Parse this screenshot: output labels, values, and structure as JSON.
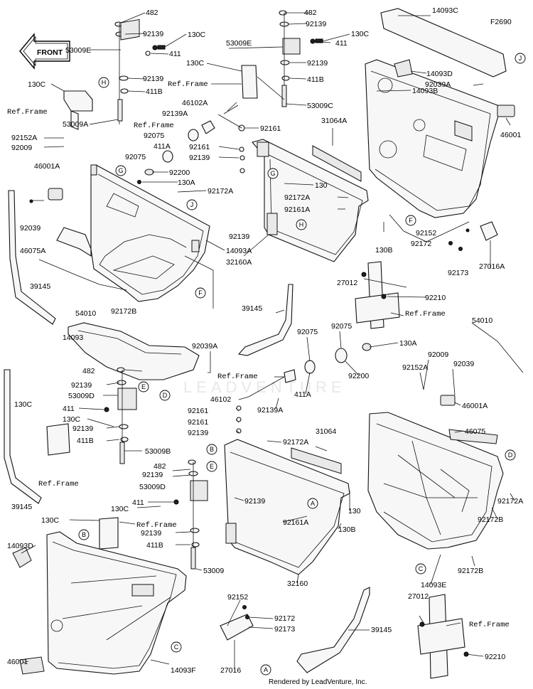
{
  "diagram": {
    "figure_code": "F2690",
    "front_label": "FRONT",
    "credit": "Rendered by LeadVenture, Inc.",
    "watermark": "LEADVENTURE",
    "callouts": [
      {
        "id": "482_a",
        "text": "482"
      },
      {
        "id": "92139_a",
        "text": "92139"
      },
      {
        "id": "130C_a",
        "text": "130C"
      },
      {
        "id": "53009E_a",
        "text": "53009E"
      },
      {
        "id": "411_a",
        "text": "411"
      },
      {
        "id": "92139_b",
        "text": "92139"
      },
      {
        "id": "411B_a",
        "text": "411B"
      },
      {
        "id": "130C_b",
        "text": "130C"
      },
      {
        "id": "ref_frame_a",
        "text": "Ref.Frame"
      },
      {
        "id": "53009A",
        "text": "53009A"
      },
      {
        "id": "92152A_a",
        "text": "92152A"
      },
      {
        "id": "92009_a",
        "text": "92009"
      },
      {
        "id": "46001A_a",
        "text": "46001A"
      },
      {
        "id": "92039",
        "text": "92039"
      },
      {
        "id": "46075A",
        "text": "46075A"
      },
      {
        "id": "39145_a",
        "text": "39145"
      },
      {
        "id": "54010_a",
        "text": "54010"
      },
      {
        "id": "92172B_a",
        "text": "92172B"
      },
      {
        "id": "482_b",
        "text": "482"
      },
      {
        "id": "92139_c",
        "text": "92139"
      },
      {
        "id": "130C_c",
        "text": "130C"
      },
      {
        "id": "53009E_b",
        "text": "53009E"
      },
      {
        "id": "411_b",
        "text": "411"
      },
      {
        "id": "130C_d",
        "text": "130C"
      },
      {
        "id": "92139_d",
        "text": "92139"
      },
      {
        "id": "ref_frame_b",
        "text": "Ref.Frame"
      },
      {
        "id": "411B_b",
        "text": "411B"
      },
      {
        "id": "53009C",
        "text": "53009C"
      },
      {
        "id": "46102A",
        "text": "46102A"
      },
      {
        "id": "ref_frame_c",
        "text": "Ref.Frame"
      },
      {
        "id": "92139A_a",
        "text": "92139A"
      },
      {
        "id": "92075_a",
        "text": "92075"
      },
      {
        "id": "411A_a",
        "text": "411A"
      },
      {
        "id": "92075_b",
        "text": "92075"
      },
      {
        "id": "92161_a",
        "text": "92161"
      },
      {
        "id": "92161_b",
        "text": "92161"
      },
      {
        "id": "92139_e",
        "text": "92139"
      },
      {
        "id": "92200_a",
        "text": "92200"
      },
      {
        "id": "130A_a",
        "text": "130A"
      },
      {
        "id": "92172A_a",
        "text": "92172A"
      },
      {
        "id": "14093A",
        "text": "14093A"
      },
      {
        "id": "92139_f",
        "text": "92139"
      },
      {
        "id": "31064A",
        "text": "31064A"
      },
      {
        "id": "130_a",
        "text": "130"
      },
      {
        "id": "92172A_b",
        "text": "92172A"
      },
      {
        "id": "92161A_a",
        "text": "92161A"
      },
      {
        "id": "32160A",
        "text": "32160A"
      },
      {
        "id": "14093C",
        "text": "14093C"
      },
      {
        "id": "14093D_a",
        "text": "14093D"
      },
      {
        "id": "14093B",
        "text": "14093B"
      },
      {
        "id": "92039A_a",
        "text": "92039A"
      },
      {
        "id": "46001_a",
        "text": "46001"
      },
      {
        "id": "92152_a",
        "text": "92152"
      },
      {
        "id": "92172_a",
        "text": "92172"
      },
      {
        "id": "27016A",
        "text": "27016A"
      },
      {
        "id": "92173_a",
        "text": "92173"
      },
      {
        "id": "130B_a",
        "text": "130B"
      },
      {
        "id": "27012_a",
        "text": "27012"
      },
      {
        "id": "92210_a",
        "text": "92210"
      },
      {
        "id": "ref_frame_d",
        "text": "Ref.Frame"
      },
      {
        "id": "54010_b",
        "text": "54010"
      },
      {
        "id": "39145_b",
        "text": "39145"
      },
      {
        "id": "14093",
        "text": "14093"
      },
      {
        "id": "92039A_b",
        "text": "92039A"
      },
      {
        "id": "ref_frame_e",
        "text": "Ref.Frame"
      },
      {
        "id": "92075_c",
        "text": "92075"
      },
      {
        "id": "92075_d",
        "text": "92075"
      },
      {
        "id": "130A_b",
        "text": "130A"
      },
      {
        "id": "411A_b",
        "text": "411A"
      },
      {
        "id": "92200_b",
        "text": "92200"
      },
      {
        "id": "46102",
        "text": "46102"
      },
      {
        "id": "92139A_b",
        "text": "92139A"
      },
      {
        "id": "482_c",
        "text": "482"
      },
      {
        "id": "92139_g",
        "text": "92139"
      },
      {
        "id": "53009D_a",
        "text": "53009D"
      },
      {
        "id": "411_c",
        "text": "411"
      },
      {
        "id": "130C_e",
        "text": "130C"
      },
      {
        "id": "92139_h",
        "text": "92139"
      },
      {
        "id": "411B_c",
        "text": "411B"
      },
      {
        "id": "53009B",
        "text": "53009B"
      },
      {
        "id": "ref_frame_f",
        "text": "Ref.Frame"
      },
      {
        "id": "130C_f",
        "text": "130C"
      },
      {
        "id": "39145_c",
        "text": "39145"
      },
      {
        "id": "92161_c",
        "text": "92161"
      },
      {
        "id": "92161_d",
        "text": "92161"
      },
      {
        "id": "92139_i",
        "text": "92139"
      },
      {
        "id": "92172A_c",
        "text": "92172A"
      },
      {
        "id": "31064",
        "text": "31064"
      },
      {
        "id": "92139_j",
        "text": "92139"
      },
      {
        "id": "92161A_b",
        "text": "92161A"
      },
      {
        "id": "130_b",
        "text": "130"
      },
      {
        "id": "130B_b",
        "text": "130B"
      },
      {
        "id": "32160",
        "text": "32160"
      },
      {
        "id": "92009_b",
        "text": "92009"
      },
      {
        "id": "92152A_b",
        "text": "92152A"
      },
      {
        "id": "92039_b",
        "text": "92039"
      },
      {
        "id": "46001A_b",
        "text": "46001A"
      },
      {
        "id": "46075",
        "text": "46075"
      },
      {
        "id": "92172A_d",
        "text": "92172A"
      },
      {
        "id": "92172B_b",
        "text": "92172B"
      },
      {
        "id": "92172B_c",
        "text": "92172B"
      },
      {
        "id": "14093E",
        "text": "14093E"
      },
      {
        "id": "482_d",
        "text": "482"
      },
      {
        "id": "92139_k",
        "text": "92139"
      },
      {
        "id": "53009D_b",
        "text": "53009D"
      },
      {
        "id": "411_d",
        "text": "411"
      },
      {
        "id": "130C_g",
        "text": "130C"
      },
      {
        "id": "92139_l",
        "text": "92139"
      },
      {
        "id": "411B_d",
        "text": "411B"
      },
      {
        "id": "ref_frame_g",
        "text": "Ref.Frame"
      },
      {
        "id": "130C_h",
        "text": "130C"
      },
      {
        "id": "53009",
        "text": "53009"
      },
      {
        "id": "14093D_b",
        "text": "14093D"
      },
      {
        "id": "46001_b",
        "text": "46001"
      },
      {
        "id": "14093F",
        "text": "14093F"
      },
      {
        "id": "92152_b",
        "text": "92152"
      },
      {
        "id": "92172_b",
        "text": "92172"
      },
      {
        "id": "92173_b",
        "text": "92173"
      },
      {
        "id": "27016",
        "text": "27016"
      },
      {
        "id": "39145_d",
        "text": "39145"
      },
      {
        "id": "27012_b",
        "text": "27012"
      },
      {
        "id": "ref_frame_h",
        "text": "Ref.Frame"
      },
      {
        "id": "92210_b",
        "text": "92210"
      }
    ],
    "reference_circles": [
      {
        "id": "H_1",
        "text": "H"
      },
      {
        "id": "G_1",
        "text": "G"
      },
      {
        "id": "J_1",
        "text": "J"
      },
      {
        "id": "F_1",
        "text": "F"
      },
      {
        "id": "G_2",
        "text": "G"
      },
      {
        "id": "H_2",
        "text": "H"
      },
      {
        "id": "J_2",
        "text": "J"
      },
      {
        "id": "F_2",
        "text": "F"
      },
      {
        "id": "E_1",
        "text": "E"
      },
      {
        "id": "D_1",
        "text": "D"
      },
      {
        "id": "B_1",
        "text": "B"
      },
      {
        "id": "E_2",
        "text": "E"
      },
      {
        "id": "A_1",
        "text": "A"
      },
      {
        "id": "D_2",
        "text": "D"
      },
      {
        "id": "B_2",
        "text": "B"
      },
      {
        "id": "C_1",
        "text": "C"
      },
      {
        "id": "C_2",
        "text": "C"
      },
      {
        "id": "A_2",
        "text": "A"
      }
    ]
  }
}
